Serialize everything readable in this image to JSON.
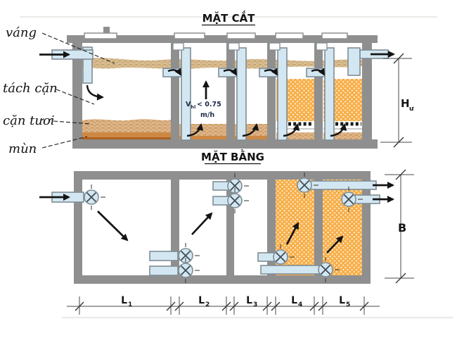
{
  "cross_section": {
    "title": "MẶT CẮT",
    "labels": {
      "scum": "váng",
      "scum_removal": "tách cặn",
      "fresh_sludge": "cặn tươi",
      "humus": "mùn"
    },
    "velocity": {
      "symbol": "V",
      "subscript": "hl",
      "relation": "< 0.75",
      "unit": "m/h"
    },
    "height_dimension": {
      "base": "H",
      "subscript": "ư"
    }
  },
  "plan": {
    "title": "MẶT BẰNG",
    "width_dimension": "B",
    "length_dimensions": [
      {
        "base": "L",
        "subscript": "1"
      },
      {
        "base": "L",
        "subscript": "2"
      },
      {
        "base": "L",
        "subscript": "3"
      },
      {
        "base": "L",
        "subscript": "4"
      },
      {
        "base": "L",
        "subscript": "5"
      }
    ]
  },
  "colors": {
    "wall": "#8f8f8f",
    "pipe_fill": "#d3e7f2",
    "pipe_stroke": "#7f8d94",
    "media": "#f7ae47",
    "media_dot": "#ffffff",
    "scum": "#d9bd92",
    "scum_speckle": "#c2a06b",
    "sludge": "#dfb488",
    "sludge_speckle": "#c4985f",
    "humus_top": "#cd8844",
    "humus_bottom": "#ad6222",
    "arrow": "#141414",
    "dim": "#4a4a4a",
    "velocity_text": "#1c2b45"
  }
}
